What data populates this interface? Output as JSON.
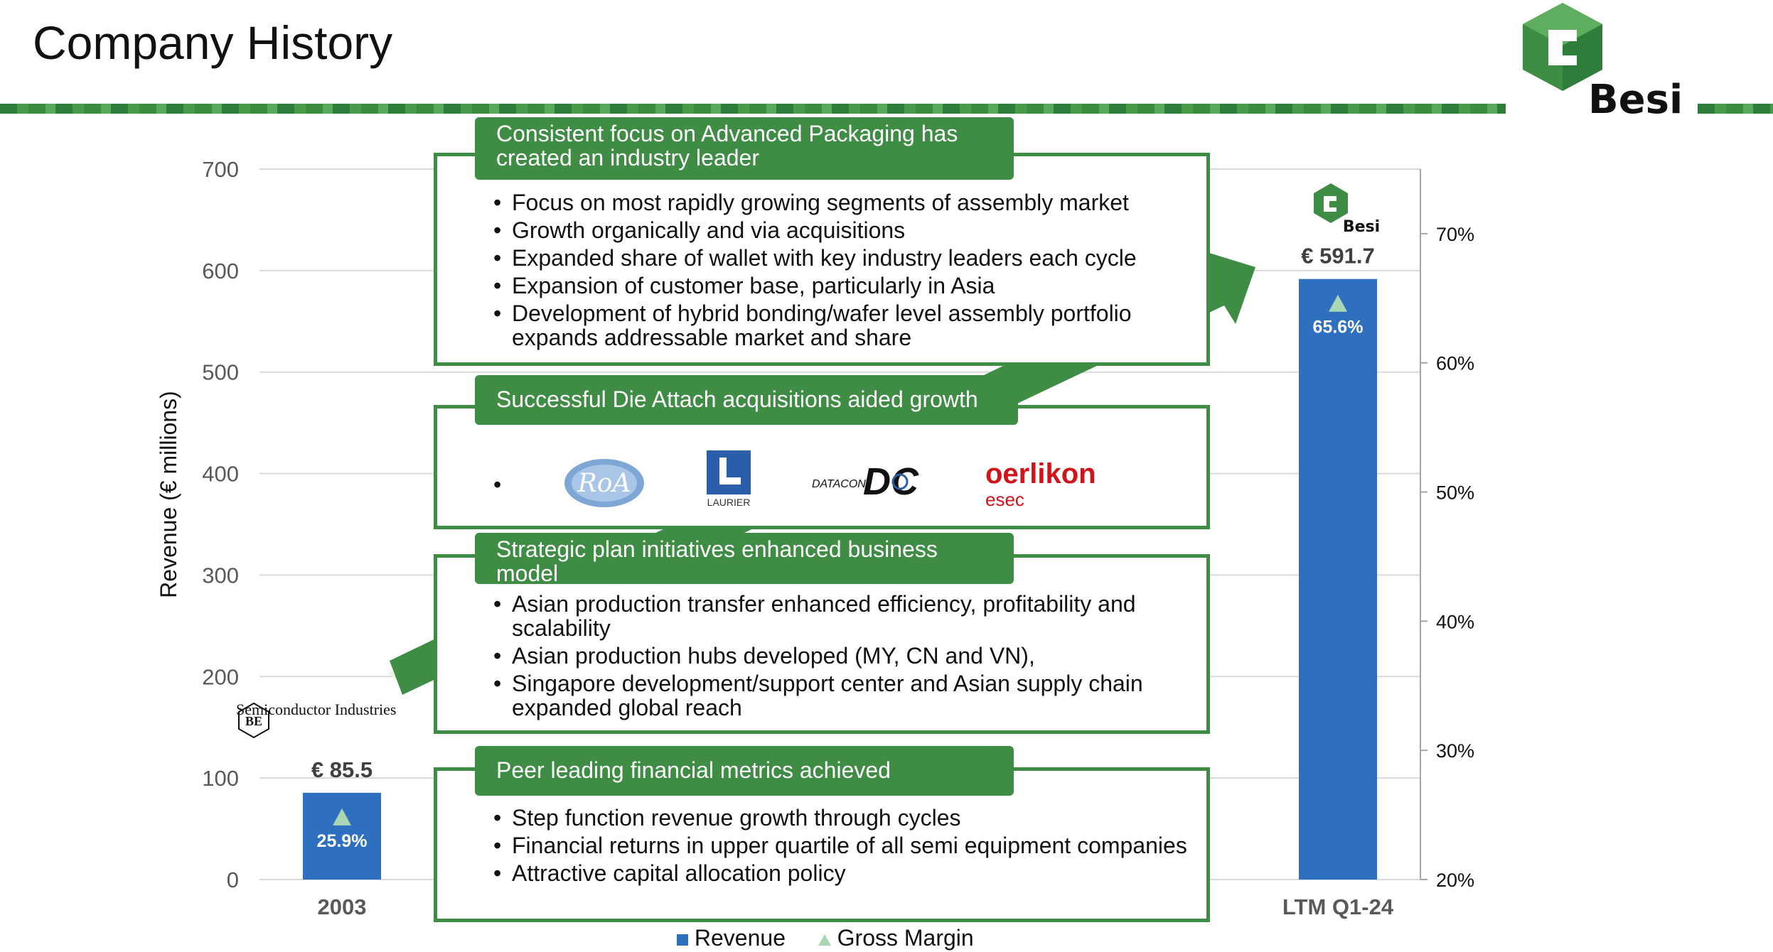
{
  "page": {
    "title": "Company History"
  },
  "brand": {
    "name": "Besi",
    "color": "#3f8d44"
  },
  "chart_data": {
    "type": "bar",
    "categories": [
      "2003",
      "LTM Q1-24"
    ],
    "series": [
      {
        "name": "Revenue",
        "values": [
          85.5,
          591.7
        ],
        "color": "#2e6fbf"
      },
      {
        "name": "Gross Margin",
        "values": [
          25.9,
          65.6
        ],
        "color": "#a9d7b3",
        "axis": "right"
      }
    ],
    "value_labels": [
      "€ 85.5",
      "€ 591.7"
    ],
    "margin_labels": [
      "25.9%",
      "65.6%"
    ],
    "ylabel": "Revenue (€ millions)",
    "ylim": [
      0,
      700
    ],
    "y_ticks": [
      "0",
      "100",
      "200",
      "300",
      "400",
      "500",
      "600",
      "700"
    ],
    "y2lim": [
      20,
      75
    ],
    "y2_ticks": [
      "20%",
      "30%",
      "40%",
      "50%",
      "60%",
      "70%"
    ],
    "grid": true,
    "legend_position": "bottom",
    "legend": [
      "Revenue",
      "Gross Margin"
    ]
  },
  "annotations": {
    "bar1_logo_text": "Semiconductor Industries",
    "bar1_logo_mark": "BE",
    "bar2_logo_text": "Besi"
  },
  "boxes": [
    {
      "header": "Consistent focus on Advanced Packaging has created an industry leader",
      "bullets": [
        "Focus on most rapidly growing segments of assembly market",
        "Growth organically and via acquisitions",
        "Expanded share of wallet with key industry leaders each cycle",
        "Expansion of customer base, particularly in Asia",
        "Development of hybrid bonding/wafer level assembly portfolio expands addressable market and share"
      ]
    },
    {
      "header": "Successful Die Attach acquisitions aided growth",
      "bullets": [
        ""
      ],
      "logos": [
        "RoA",
        "LAURIER",
        "DATACON",
        "oerlikon",
        "esec"
      ]
    },
    {
      "header": "Strategic plan initiatives enhanced business model",
      "bullets": [
        "Asian production transfer enhanced efficiency, profitability and scalability",
        "Asian production hubs developed (MY, CN and VN),",
        "Singapore development/support center and Asian supply chain expanded global reach"
      ]
    },
    {
      "header": "Peer leading financial metrics achieved",
      "bullets": [
        "Step function revenue growth through cycles",
        "Financial returns in upper quartile of all semi equipment companies",
        "Attractive capital allocation policy"
      ]
    }
  ]
}
